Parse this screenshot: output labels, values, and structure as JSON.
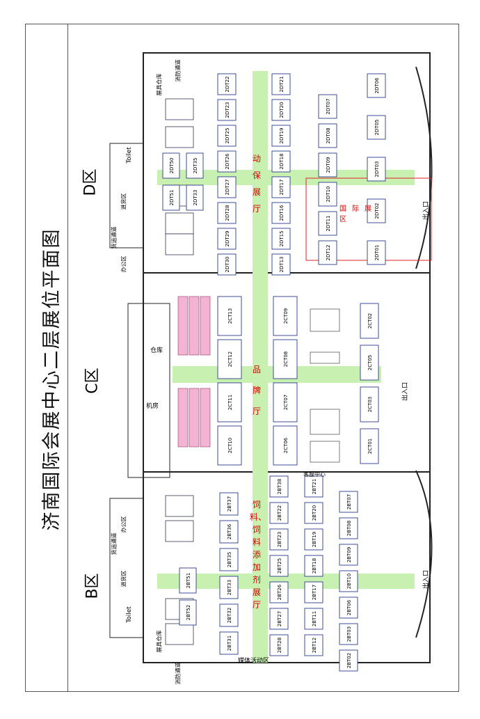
{
  "title": "济南国际会展中心二层展位平面图",
  "zones": {
    "b": "B区",
    "c": "C区",
    "d": "D区"
  },
  "halls": {
    "d_hall": "动保展厅",
    "c_hall": "品牌厅",
    "b_hall": "饲料、饲料添加剂展厅",
    "intl": "国际展区"
  },
  "rooms": {
    "toilet": "Toilet",
    "cargo": "货运通道",
    "office": "办公区",
    "entrance_area": "进货区",
    "fire": "消防通道",
    "storage": "展具仓库",
    "machine": "机房",
    "warehouse": "仓库",
    "exit": "出入口",
    "media": "媒体活动区",
    "service": "客服中心"
  },
  "booths": {
    "d_col1": [
      "2DT50",
      "2DT51"
    ],
    "d_col2": [
      "2DT35",
      "2DT33"
    ],
    "d_col3": [
      "2DT22",
      "2DT23",
      "2DT25",
      "2DT26",
      "2DT27",
      "2DT28",
      "2DT29",
      "2DT30"
    ],
    "d_col4": [
      "2DT21",
      "2DT20",
      "2DT19",
      "2DT18",
      "2DT17",
      "2DT16",
      "2DT15",
      "2DT13"
    ],
    "d_col5": [
      "2DT07",
      "2DT08",
      "2DT09",
      "2DT10",
      "2DT11",
      "2DT12"
    ],
    "d_col6": [
      "2DT06",
      "2DT05",
      "2DT03",
      "2DT02",
      "2DT01"
    ],
    "c_col1": [
      "2CT13",
      "2CT12",
      "2CT11",
      "2CT10"
    ],
    "c_col2": [
      "2CT09",
      "2CT08",
      "2CT07",
      "2CT06"
    ],
    "c_col3": [
      "2CT02",
      "2CT05",
      "2CT03",
      "2CT01"
    ],
    "b_col1": [
      "2BT51",
      "2BT52"
    ],
    "b_col2": [
      "2BT37",
      "2BT36",
      "2BT35",
      "2BT33",
      "2BT32",
      "2BT31"
    ],
    "b_col3": [
      "2BT38",
      "2BT22",
      "2BT23",
      "2BT25",
      "2BT26",
      "2BT27",
      "2BT28"
    ],
    "b_col4": [
      "2BT21",
      "2BT20",
      "2BT19",
      "2BT18",
      "2BT17",
      "2BT11",
      "2BT12"
    ],
    "b_col5": [
      "2BT07",
      "2BT08",
      "2BT09",
      "2BT10",
      "2BT06",
      "2BT03",
      "2BT02"
    ]
  }
}
